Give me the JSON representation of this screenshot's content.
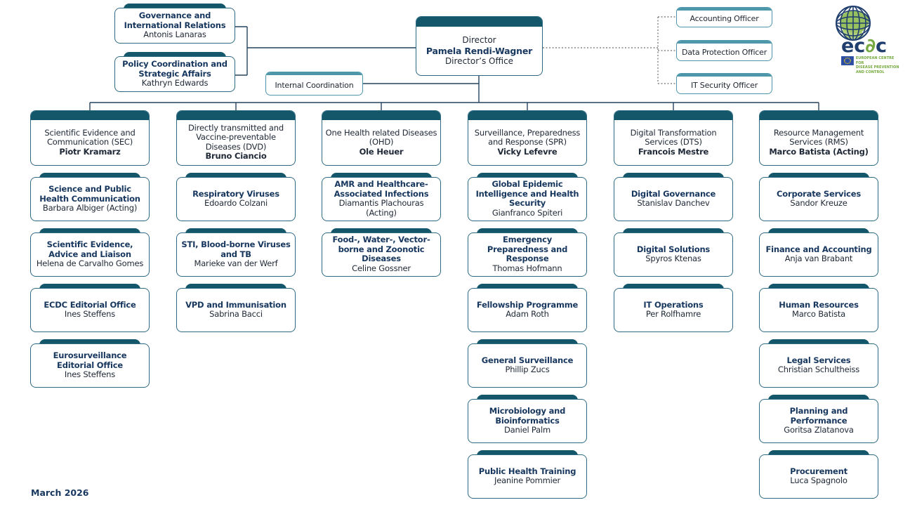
{
  "date_label": "March 2026",
  "director": {
    "line1": "Director",
    "name": "Pamela Rendi-Wagner",
    "line3": "Director’s Office"
  },
  "top_left_units": [
    {
      "title": "Governance and International Relations",
      "name": "Antonis Lanaras"
    },
    {
      "title": "Policy Coordination and Strategic Affairs",
      "name": "Kathryn Edwards"
    }
  ],
  "internal_coordination": {
    "label": "Internal Coordination"
  },
  "officers": [
    {
      "label": "Accounting Officer"
    },
    {
      "label": "Data Protection Officer"
    },
    {
      "label": "IT Security Officer"
    }
  ],
  "logo": {
    "wordmark_pre": "ec",
    "wordmark_d": "∂",
    "wordmark_post": "c",
    "tagline_line1": "EUROPEAN CENTRE FOR",
    "tagline_line2": "DISEASE PREVENTION",
    "tagline_line3": "AND CONTROL"
  },
  "divisions": [
    {
      "title": "Scientific Evidence and Communication (SEC)",
      "head": "Piotr Kramarz",
      "units": [
        {
          "title": "Science and Public Health Communication",
          "name": "Barbara Albiger (Acting)"
        },
        {
          "title": "Scientific Evidence, Advice and Liaison",
          "name": "Helena de Carvalho Gomes"
        },
        {
          "title": "ECDC Editorial Office",
          "name": "Ines Steffens"
        },
        {
          "title": "Eurosurveillance Editorial Office",
          "name": "Ines Steffens"
        }
      ]
    },
    {
      "title": "Directly transmitted and Vaccine-preventable Diseases (DVD)",
      "head": "Bruno Ciancio",
      "units": [
        {
          "title": "Respiratory Viruses",
          "name": "Edoardo Colzani"
        },
        {
          "title": "STI, Blood-borne Viruses and TB",
          "name": "Marieke van der Werf"
        },
        {
          "title": "VPD and Immunisation",
          "name": "Sabrina Bacci"
        }
      ]
    },
    {
      "title": "One Health related Diseases (OHD)",
      "head": "Ole Heuer",
      "units": [
        {
          "title": "AMR and Healthcare-Associated Infections",
          "name": "Diamantis Plachouras (Acting)"
        },
        {
          "title": "Food-, Water-, Vector-borne and Zoonotic Diseases",
          "name": "Celine Gossner"
        }
      ]
    },
    {
      "title": "Surveillance, Preparedness and Response (SPR)",
      "head": "Vicky Lefevre",
      "units": [
        {
          "title": "Global Epidemic Intelligence and Health Security",
          "name": "Gianfranco Spiteri"
        },
        {
          "title": "Emergency Preparedness and Response",
          "name": "Thomas Hofmann"
        },
        {
          "title": "Fellowship Programme",
          "name": "Adam Roth"
        },
        {
          "title": "General Surveillance",
          "name": "Phillip Zucs"
        },
        {
          "title": "Microbiology and Bioinformatics",
          "name": "Daniel Palm"
        },
        {
          "title": "Public Health Training",
          "name": "Jeanine Pommier"
        }
      ]
    },
    {
      "title": "Digital Transformation Services (DTS)",
      "head": "Francois Mestre",
      "units": [
        {
          "title": "Digital Governance",
          "name": "Stanislav Danchev"
        },
        {
          "title": "Digital Solutions",
          "name": "Spyros Ktenas"
        },
        {
          "title": "IT Operations",
          "name": "Per Rolfhamre"
        }
      ]
    },
    {
      "title": "Resource Management Services (RMS)",
      "head": "Marco Batista (Acting)",
      "units": [
        {
          "title": "Corporate Services",
          "name": "Sandor Kreuze"
        },
        {
          "title": "Finance and Accounting",
          "name": "Anja van Brabant"
        },
        {
          "title": "Human Resources",
          "name": "Marco Batista"
        },
        {
          "title": "Legal Services",
          "name": "Christian Schultheiss"
        },
        {
          "title": "Planning and Performance",
          "name": "Goritsa Zlatanova"
        },
        {
          "title": "Procurement",
          "name": "Luca Spagnolo"
        }
      ]
    }
  ],
  "colors": {
    "band_dark": "#14566a",
    "band_light": "#4e97ab",
    "box_border": "#2d6a82",
    "connector": "#24435c",
    "title_blue": "#17375e",
    "text_dark": "#212a38",
    "logo_green": "#76a93f",
    "logo_blue": "#1f3e6e",
    "eu_flag_blue": "#2b4ea2"
  }
}
